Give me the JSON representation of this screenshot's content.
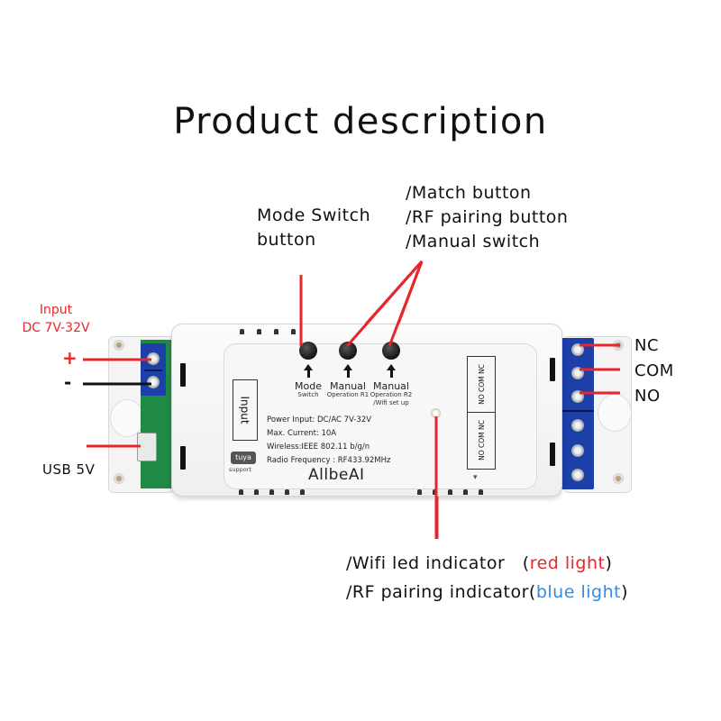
{
  "title": "Product description",
  "callouts": {
    "mode_switch": {
      "line1": "Mode Switch",
      "line2": "button"
    },
    "multi_button": {
      "line1": "/Match button",
      "line2": "/RF pairing button",
      "line3": "/Manual switch"
    },
    "input": {
      "line1": "Input",
      "line2": "DC 7V-32V",
      "plus": "+",
      "minus": "-"
    },
    "usb": "USB 5V",
    "terminals": [
      "NC",
      "COM",
      "NO"
    ],
    "indicator": {
      "line1_prefix": "/Wifi led indicator　(",
      "line1_color": "red light",
      "line1_suffix": ")",
      "line2_prefix": "/RF pairing indicator(",
      "line2_color": "blue light",
      "line2_suffix": ")"
    }
  },
  "device": {
    "input_label": "Input",
    "buttons": [
      {
        "name": "Mode",
        "sub1": "Switch",
        "sub2": ""
      },
      {
        "name": "Manual",
        "sub1": "Operation R1",
        "sub2": ""
      },
      {
        "name": "Manual",
        "sub1": "Operation R2",
        "sub2": "/Wifi set up"
      }
    ],
    "specs": [
      "Power Input:  DC/AC 7V-32V",
      "Max. Current:  10A",
      "Wireless:IEEE  802.11 b/g/n",
      "Radio Frequency : RF433.92MHz"
    ],
    "brand": "AllbeAI",
    "tuya_logo": "tuya",
    "tuya_support": "support",
    "relay_labels": [
      "NO COM NC",
      "NO COM NC"
    ]
  },
  "colors": {
    "accent_red": "#e8262a",
    "accent_blue": "#2f8de4",
    "terminal_blue": "#1c3fa8",
    "pcb_green": "#1f8a44"
  }
}
